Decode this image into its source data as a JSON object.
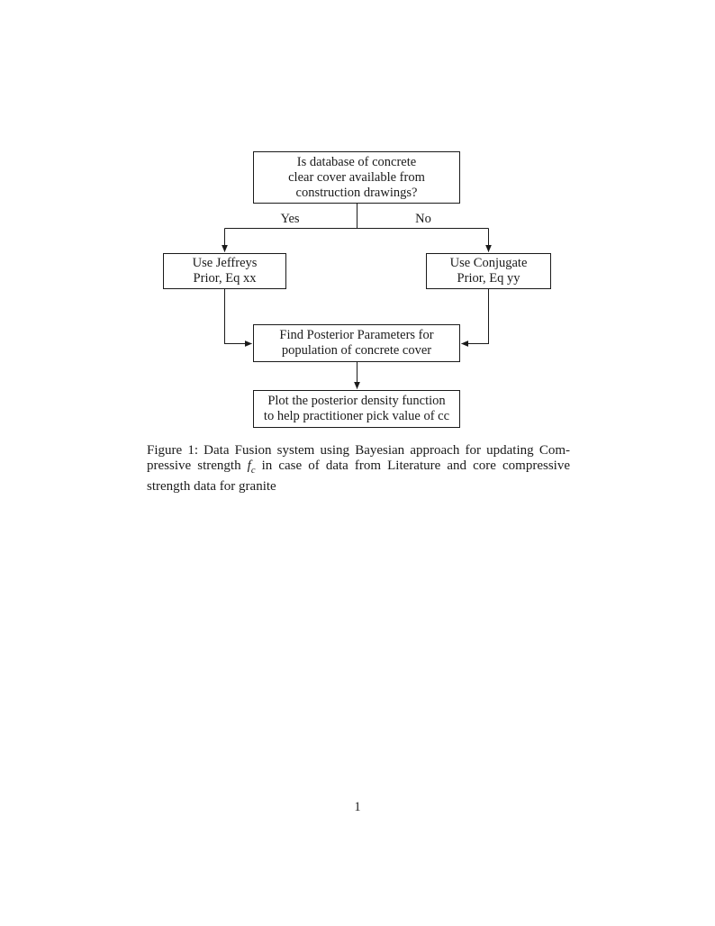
{
  "colors": {
    "ink": "#1a1a1a",
    "background": "#ffffff"
  },
  "figure": {
    "flowchart": {
      "decision": {
        "line1": "Is database of concrete",
        "line2": "clear cover available from",
        "line3": "construction drawings?"
      },
      "yes_label": "Yes",
      "no_label": "No",
      "jeffreys": {
        "line1": "Use Jeffreys",
        "line2": "Prior, Eq xx"
      },
      "conjugate": {
        "line1": "Use Conjugate",
        "line2": "Prior, Eq yy"
      },
      "posterior": {
        "line1": "Find Posterior Parameters for",
        "line2": "population of concrete cover"
      },
      "plot": {
        "line1": "Plot the posterior density function",
        "line2": "to help practitioner pick value of cc"
      }
    },
    "caption": {
      "line1": "Figure 1: Data Fusion system using Bayesian approach for updating Com-",
      "line2_pre": "pressive strength ",
      "math_var": "f",
      "math_sub": "c",
      "line2_post": " in case of data from Literature and core compressive",
      "line3": "strength data for granite"
    }
  },
  "page": {
    "number": "1"
  }
}
